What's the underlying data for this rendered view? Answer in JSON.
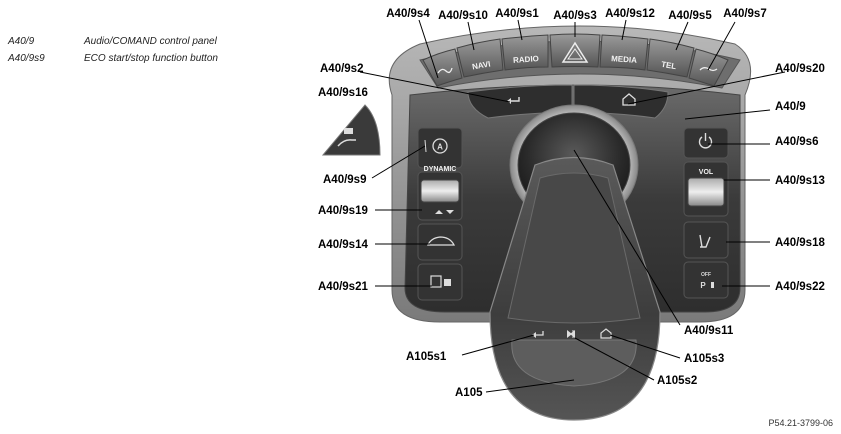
{
  "legend": [
    {
      "code": "A40/9",
      "description": "Audio/COMAND control panel"
    },
    {
      "code": "A40/9s9",
      "description": "ECO start/stop function button"
    }
  ],
  "top_buttons": {
    "navi": "NAVI",
    "radio": "RADIO",
    "media": "MEDIA",
    "tel": "TEL"
  },
  "panel_labels": {
    "dynamic": "DYNAMIC",
    "vol": "VOL",
    "off": "OFF",
    "pdc": "P",
    "eco_letter": "A"
  },
  "callouts": {
    "s4": "A40/9s4",
    "s10": "A40/9s10",
    "s1": "A40/9s1",
    "s3": "A40/9s3",
    "s12": "A40/9s12",
    "s5": "A40/9s5",
    "s7": "A40/9s7",
    "s2": "A40/9s2",
    "s20": "A40/9s20",
    "s16": "A40/9s16",
    "main": "A40/9",
    "s6": "A40/9s6",
    "s9": "A40/9s9",
    "s13": "A40/9s13",
    "s19": "A40/9s19",
    "s14": "A40/9s14",
    "s18": "A40/9s18",
    "s21": "A40/9s21",
    "s22": "A40/9s22",
    "s11": "A40/9s11",
    "a105s1": "A105s1",
    "a105s3": "A105s3",
    "a105": "A105",
    "a105s2": "A105s2"
  },
  "figure_id": "P54.21-3799-06",
  "colors": {
    "panel_dark": "#3a3a3a",
    "panel_mid": "#555555",
    "bezel": "#8a8a8a",
    "button": "#5a5a5a",
    "highlight": "#b5b5b5"
  }
}
